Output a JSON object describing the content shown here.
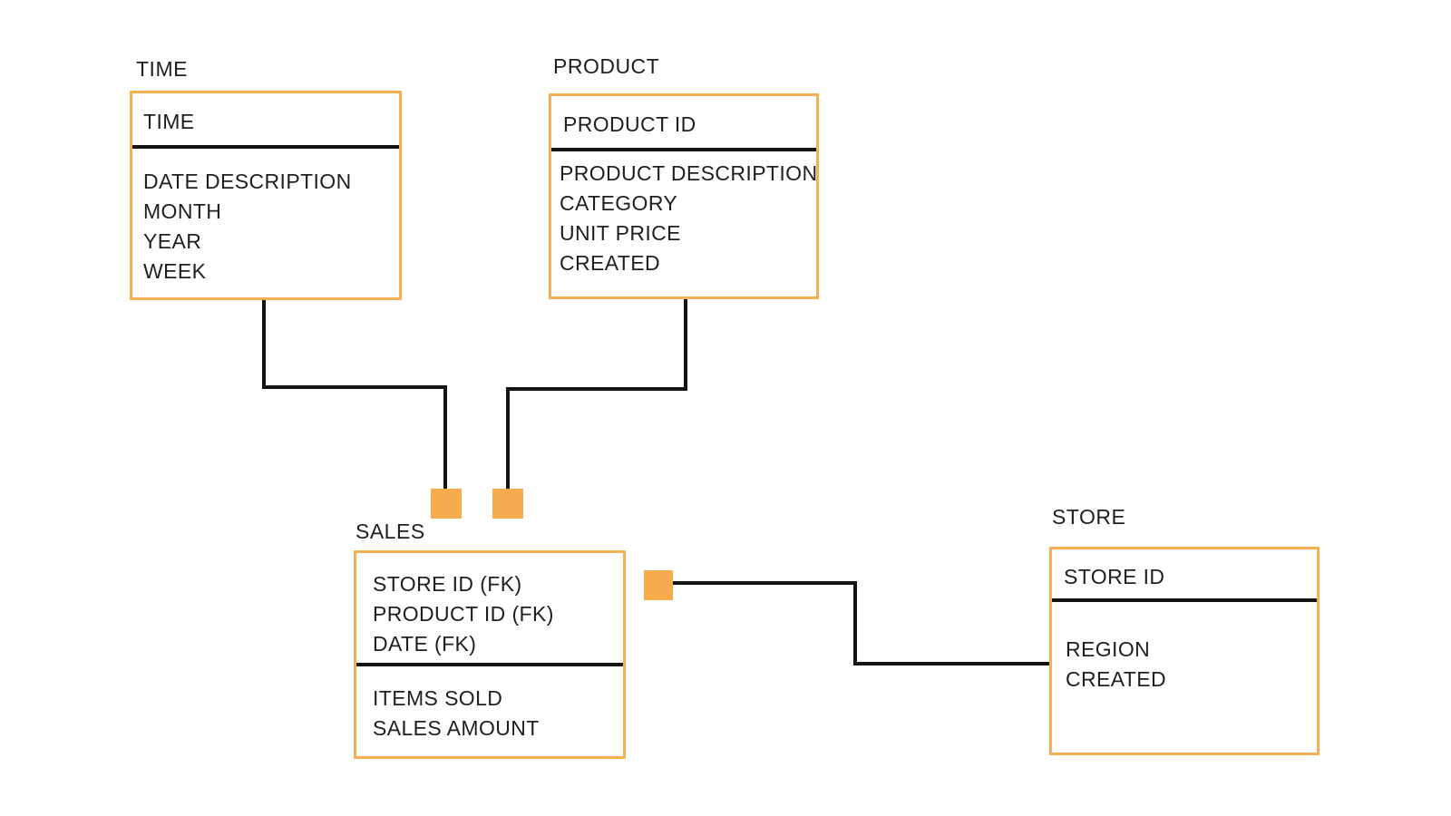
{
  "diagram": {
    "type": "entity-relationship-diagram",
    "entities": [
      {
        "name": "TIME",
        "label": "TIME",
        "header": [
          "TIME"
        ],
        "fields": [
          "DATE DESCRIPTION",
          "MONTH",
          "YEAR",
          "WEEK"
        ]
      },
      {
        "name": "PRODUCT",
        "label": "PRODUCT",
        "header": [
          "PRODUCT ID"
        ],
        "fields": [
          "PRODUCT DESCRIPTION",
          "CATEGORY",
          "UNIT PRICE",
          "CREATED"
        ]
      },
      {
        "name": "SALES",
        "label": "SALES",
        "header": [
          "STORE ID (FK)",
          "PRODUCT ID (FK)",
          "DATE (FK)"
        ],
        "fields": [
          "ITEMS SOLD",
          "SALES AMOUNT"
        ]
      },
      {
        "name": "STORE",
        "label": "STORE",
        "header": [
          "STORE ID"
        ],
        "fields": [
          "REGION",
          "CREATED"
        ]
      }
    ],
    "relationships": [
      {
        "from": "TIME",
        "to": "SALES"
      },
      {
        "from": "PRODUCT",
        "to": "SALES"
      },
      {
        "from": "STORE",
        "to": "SALES"
      }
    ]
  },
  "colors": {
    "accent": "#F7AF54",
    "square": "#F6AC4C",
    "line": "#141414",
    "text": "#1f1f1f",
    "background": "#ffffff"
  }
}
